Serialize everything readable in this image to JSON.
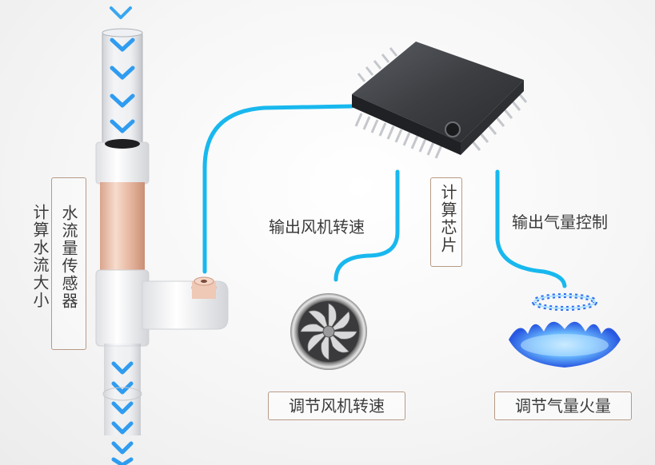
{
  "left_label": "计算水流大小",
  "sensor_label": "水流量传感器",
  "chip_label": "计算芯片",
  "fan_output_label": "输出风机转速",
  "gas_output_label": "输出气量控制",
  "fan_adjust_label": "调节风机转速",
  "gas_adjust_label": "调节气量火量",
  "colors": {
    "connector": "#18b8ee",
    "arrow": "#3aa6f0",
    "frame": "#b89a86",
    "flame": "#2f6df0"
  },
  "icons": [
    "flow-arrow-icon",
    "cpu-chip-icon",
    "fan-icon",
    "gas-flame-icon",
    "flow-sensor-pipe"
  ]
}
